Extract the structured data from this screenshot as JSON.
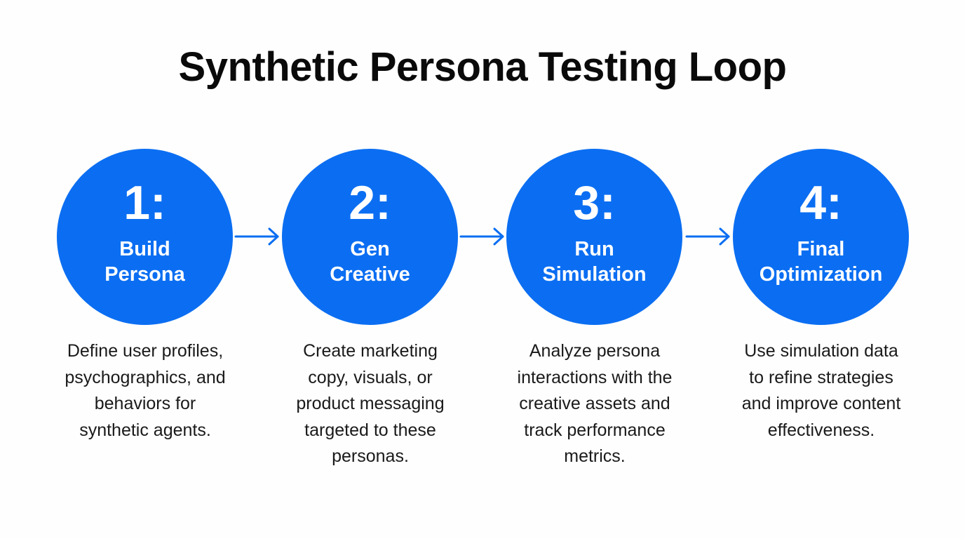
{
  "title": "Synthetic Persona Testing Loop",
  "colors": {
    "accent": "#0b6ef2",
    "background": "#fefefe",
    "text": "#111111",
    "circle_text": "#ffffff"
  },
  "steps": [
    {
      "number": "1:",
      "label_lines": [
        "Build",
        "Persona"
      ],
      "description_lines": [
        "Define user profiles,",
        "psychographics, and",
        "behaviors for",
        "synthetic agents."
      ]
    },
    {
      "number": "2:",
      "label_lines": [
        "Gen",
        "Creative"
      ],
      "description_lines": [
        "Create marketing",
        "copy, visuals, or",
        "product messaging",
        "targeted to these",
        "personas."
      ]
    },
    {
      "number": "3:",
      "label_lines": [
        "Run",
        "Simulation"
      ],
      "description_lines": [
        "Analyze persona",
        "interactions with the",
        "creative assets and",
        "track performance",
        "metrics."
      ]
    },
    {
      "number": "4:",
      "label_lines": [
        "Final",
        "Optimization"
      ],
      "description_lines": [
        "Use simulation data",
        "to refine strategies",
        "and improve content",
        "effectiveness."
      ]
    }
  ],
  "connectors": [
    {
      "from": 1,
      "to": 2,
      "icon": "arrow-right-icon"
    },
    {
      "from": 2,
      "to": 3,
      "icon": "arrow-right-icon"
    },
    {
      "from": 3,
      "to": 4,
      "icon": "arrow-right-icon"
    }
  ]
}
